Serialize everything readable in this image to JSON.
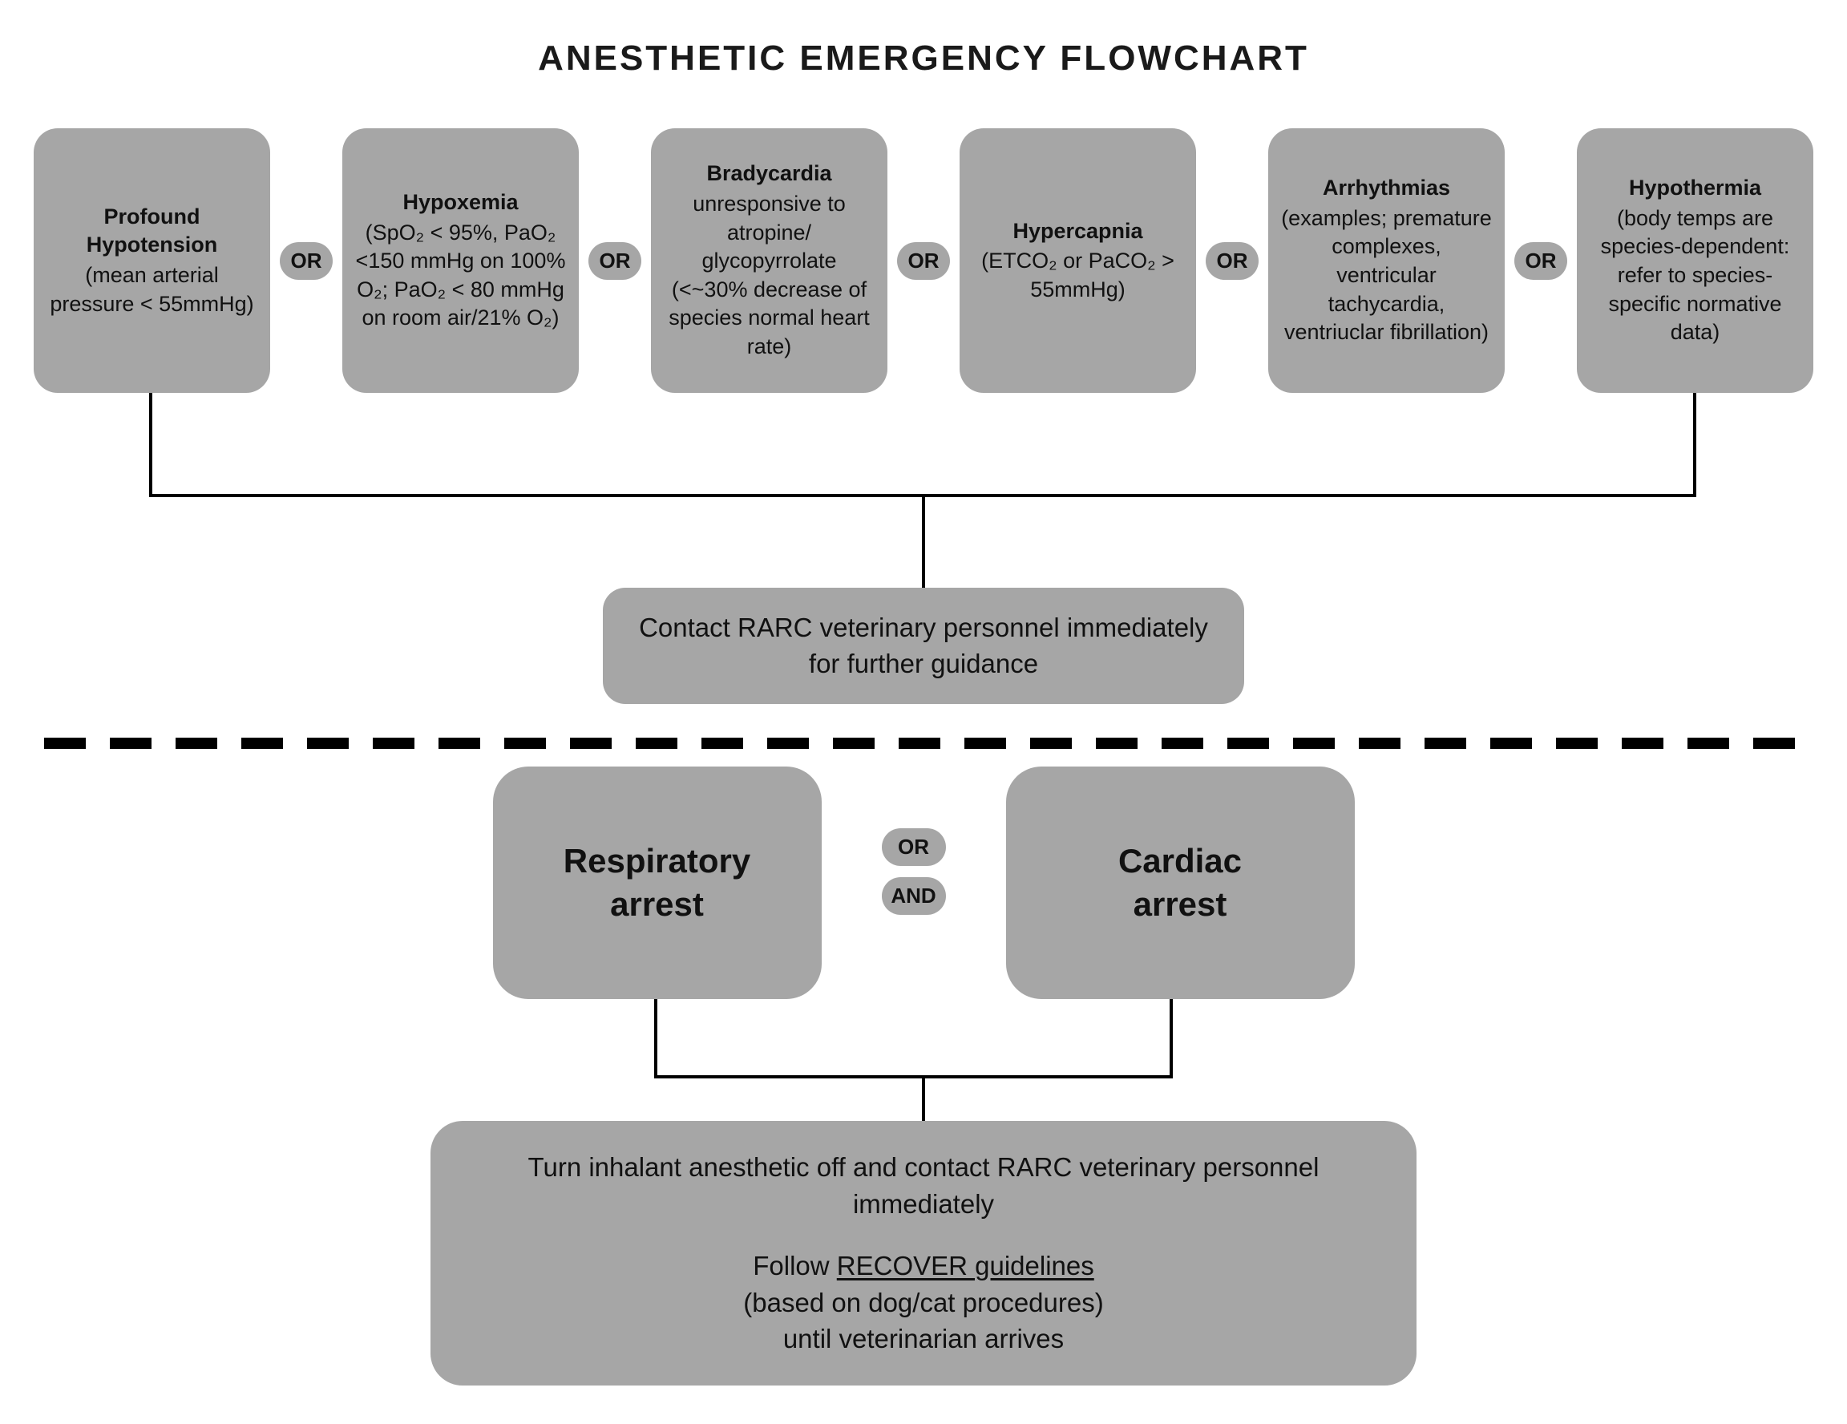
{
  "title": "ANESTHETIC EMERGENCY FLOWCHART",
  "colors": {
    "box_gray": "#a6a6a6",
    "background": "#ffffff",
    "line": "#000000"
  },
  "or_label": "OR",
  "and_label": "AND",
  "conditions": [
    {
      "name": "Profound Hypotension",
      "detail": "(mean arterial pressure < 55mmHg)"
    },
    {
      "name": "Hypoxemia",
      "detail": "(SpO₂ < 95%, PaO₂ <150 mmHg on 100% O₂; PaO₂ < 80 mmHg on room air/21% O₂)"
    },
    {
      "name": "Bradycardia",
      "detail": "unresponsive to atropine/ glycopyrrolate (<~30% decrease of species normal heart rate)"
    },
    {
      "name": "Hypercapnia",
      "detail": "(ETCO₂ or PaCO₂ > 55mmHg)"
    },
    {
      "name": "Arrhythmias",
      "detail": "(examples; premature complexes, ventricular tachycardia, ventriuclar fibrillation)"
    },
    {
      "name": "Hypothermia",
      "detail": "(body temps are species-dependent: refer to species-specific normative data)"
    }
  ],
  "contact_box": "Contact RARC veterinary personnel immediately for further guidance",
  "arrest_boxes": {
    "respiratory": [
      "Respiratory",
      "arrest"
    ],
    "cardiac": [
      "Cardiac",
      "arrest"
    ]
  },
  "final_box": {
    "line1": "Turn inhalant anesthetic off and contact RARC veterinary personnel immediately",
    "line2_prefix": "Follow ",
    "line2_underlined": "RECOVER guidelines",
    "line3": "(based on dog/cat procedures)",
    "line4": "until veterinarian arrives"
  }
}
